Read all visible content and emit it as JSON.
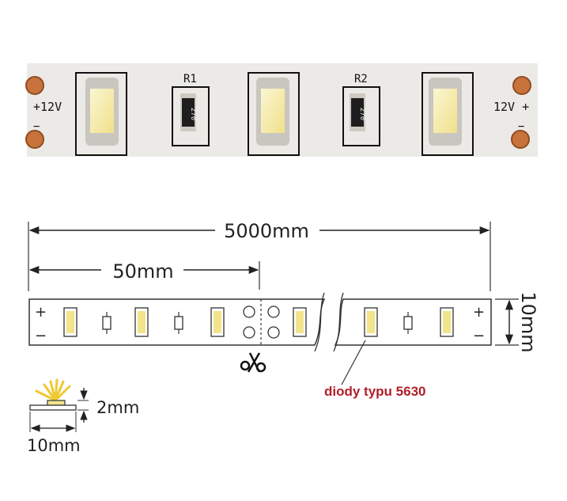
{
  "photo": {
    "left_label": "+12V",
    "left_minus": "−",
    "right_label": "12V +",
    "right_minus": "−",
    "resistors": [
      {
        "label": "R1",
        "code": "270"
      },
      {
        "label": "R2",
        "code": "270"
      }
    ]
  },
  "dimensions": {
    "total_length": "5000mm",
    "segment_length": "50mm",
    "strip_width": "10mm",
    "led_height": "2mm",
    "led_width": "10mm"
  },
  "strip": {
    "plus": "+",
    "minus": "−"
  },
  "annotation": {
    "diode_type": "diody typu 5630"
  },
  "colors": {
    "led_yellow": "#f2e48a",
    "pad_copper": "#c8733c",
    "annotation_red": "#b0202a",
    "photo_bg": "#eceae6"
  },
  "icons": [
    "scissors-icon",
    "light-rays-icon"
  ]
}
